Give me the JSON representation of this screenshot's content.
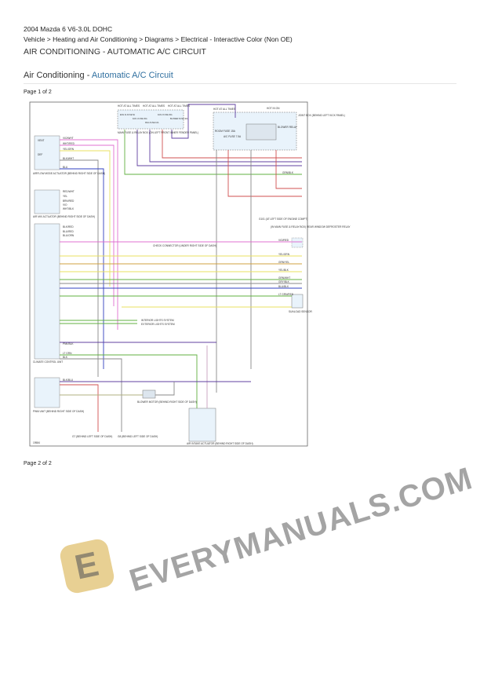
{
  "header": {
    "vehicle": "2004 Mazda 6 V6-3.0L DOHC",
    "breadcrumb": "Vehicle > Heating and Air Conditioning > Diagrams > Electrical - Interactive Color (Non OE)",
    "doc_title": "AIR CONDITIONING - AUTOMATIC A/C CIRCUIT",
    "section": "Air Conditioning - ",
    "section_link": "Automatic A/C Circuit"
  },
  "pages": {
    "page1": "Page 1 of 2",
    "page2": "Page 2 of 2"
  },
  "diagram": {
    "hot1": "HOT AT ALL TIMES",
    "hot2": "HOT AT ALL TIMES",
    "hot3": "HOT AT ALL TIMES",
    "hot4": "HOT AT ALL TIMES",
    "hot_run": "HOT IN ON",
    "fuses": [
      "ENG IG FUSE 5A",
      "FAN 1 FUSE 30A",
      "MAG FUSE 10A",
      "FAN 2 FUSE 30A",
      "BLOWER FUSE 40A"
    ],
    "main_box": "MAIN FUSE & RELAY BOX (ON LEFT FRONT INNER FENDER PANEL)",
    "joint_box": "JOINT BOX (BEHIND LEFT KICK PANEL)",
    "room_fuse": "ROOM FUSE 15A",
    "ac_fuse": "A/C FUSE 7.5A",
    "blower_relay": "BLOWER RELAY",
    "airflow_actuator": "AIRFLOW MODE ACTUATOR (BEHIND RIGHT SIDE OF DASH)",
    "vent": "VENT",
    "def": "DEF",
    "airmix_actuator": "AIR MIX ACTUATOR (BEHIND RIGHT SIDE OF DASH)",
    "climate_unit": "CLIMATE CONTROL UNIT",
    "pwm_unit": "PWM UNIT (BEHIND RIGHT SIDE OF DASH)",
    "check_connector": "CHECK CONNECTOR (UNDER RIGHT SIDE OF DASH)",
    "interior_lights": "INTERIOR LIGHTS SYSTEM",
    "exterior_lights": "EXTERIOR LIGHTS SYSTEM",
    "ground_g101": "G101 (AT LEFT SIDE OF ENGINE COMPT)",
    "defroster_relay": "(IN MAIN FUSE & RELAY BOX) REAR WINDOW DEFROSTER RELAY",
    "sunload": "SUNLOAD SENSOR",
    "blower_motor": "BLOWER MOTOR (BEHIND RIGHT SIDE OF DASH)",
    "g7": "G7 (BEHIND LEFT SIDE OF DASH)",
    "g8": "G8 (BEHIND LEFT SIDE OF DASH)",
    "intake_actuator": "AIR INTAKE ACTUATOR (BEHIND RIGHT SIDE OF DASH)",
    "fig": "19584",
    "wires": [
      "VIO/WHT",
      "WHT/RED",
      "YEL/GRN",
      "BLK/WHT",
      "BLU",
      "RED/WHT",
      "YEL",
      "BRN/RED",
      "VIO",
      "WHT/BLK",
      "BLU/RED",
      "BLU/ORN",
      "BLK/RED",
      "VIO/RED",
      "YEL/GRN",
      "GRN/YEL",
      "YEL/BLK",
      "GRN/WHT",
      "GRY/BLK",
      "BLU/BLK",
      "LT GRN/RED",
      "GRN/BLK",
      "BLK/BLU",
      "LT GRN",
      "PNK/BLK",
      "BLK"
    ]
  },
  "watermark": "EVERYMANUALS.COM",
  "colors": {
    "link": "#2f6f9f",
    "wire_pink": "#e070d0",
    "wire_yellow": "#e8e060",
    "wire_green": "#60b040",
    "wire_purple": "#6040a0",
    "wire_red": "#d05050",
    "wire_gray": "#888888",
    "wire_blue": "#3040c0"
  }
}
